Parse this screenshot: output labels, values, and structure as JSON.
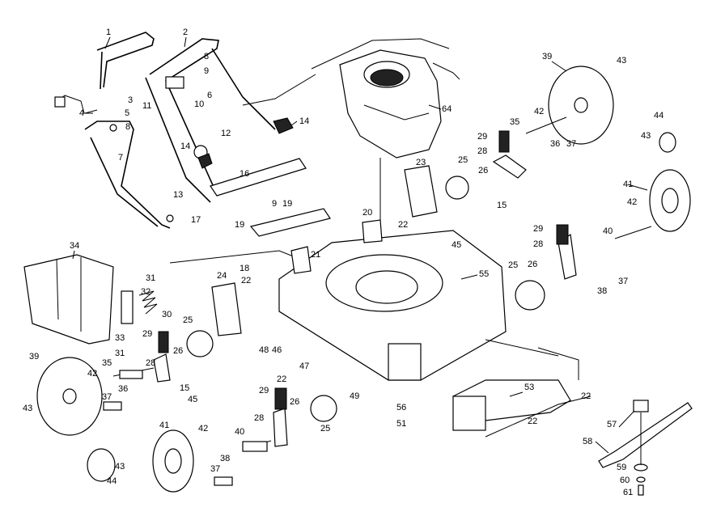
{
  "diagram": {
    "callouts": [
      {
        "id": "c1",
        "text": "1"
      },
      {
        "id": "c2",
        "text": "2"
      },
      {
        "id": "c3",
        "text": "3"
      },
      {
        "id": "c4",
        "text": "4"
      },
      {
        "id": "c5",
        "text": "5"
      },
      {
        "id": "c6",
        "text": "6"
      },
      {
        "id": "c7",
        "text": "7"
      },
      {
        "id": "c8",
        "text": "8"
      },
      {
        "id": "c8b",
        "text": "8"
      },
      {
        "id": "c9",
        "text": "9"
      },
      {
        "id": "c9b",
        "text": "9"
      },
      {
        "id": "c10",
        "text": "10"
      },
      {
        "id": "c11",
        "text": "11"
      },
      {
        "id": "c12",
        "text": "12"
      },
      {
        "id": "c13",
        "text": "13"
      },
      {
        "id": "c14",
        "text": "14"
      },
      {
        "id": "c14b",
        "text": "14"
      },
      {
        "id": "c15",
        "text": "15"
      },
      {
        "id": "c15b",
        "text": "15"
      },
      {
        "id": "c16",
        "text": "16"
      },
      {
        "id": "c17",
        "text": "17"
      },
      {
        "id": "c18",
        "text": "18"
      },
      {
        "id": "c19",
        "text": "19"
      },
      {
        "id": "c19b",
        "text": "19"
      },
      {
        "id": "c20",
        "text": "20"
      },
      {
        "id": "c21",
        "text": "21"
      },
      {
        "id": "c22",
        "text": "22"
      },
      {
        "id": "c22b",
        "text": "22"
      },
      {
        "id": "c22c",
        "text": "22"
      },
      {
        "id": "c22d",
        "text": "22"
      },
      {
        "id": "c22e",
        "text": "22"
      },
      {
        "id": "c23",
        "text": "23"
      },
      {
        "id": "c24",
        "text": "24"
      },
      {
        "id": "c25",
        "text": "25"
      },
      {
        "id": "c25b",
        "text": "25"
      },
      {
        "id": "c25c",
        "text": "25"
      },
      {
        "id": "c25d",
        "text": "25"
      },
      {
        "id": "c26",
        "text": "26"
      },
      {
        "id": "c26b",
        "text": "26"
      },
      {
        "id": "c26c",
        "text": "26"
      },
      {
        "id": "c26d",
        "text": "26"
      },
      {
        "id": "c28",
        "text": "28"
      },
      {
        "id": "c28b",
        "text": "28"
      },
      {
        "id": "c28c",
        "text": "28"
      },
      {
        "id": "c28d",
        "text": "28"
      },
      {
        "id": "c29",
        "text": "29"
      },
      {
        "id": "c29b",
        "text": "29"
      },
      {
        "id": "c29c",
        "text": "29"
      },
      {
        "id": "c29d",
        "text": "29"
      },
      {
        "id": "c30",
        "text": "30"
      },
      {
        "id": "c31",
        "text": "31"
      },
      {
        "id": "c31b",
        "text": "31"
      },
      {
        "id": "c32",
        "text": "32"
      },
      {
        "id": "c33",
        "text": "33"
      },
      {
        "id": "c34",
        "text": "34"
      },
      {
        "id": "c35",
        "text": "35"
      },
      {
        "id": "c35b",
        "text": "35"
      },
      {
        "id": "c36",
        "text": "36"
      },
      {
        "id": "c36b",
        "text": "36"
      },
      {
        "id": "c37",
        "text": "37"
      },
      {
        "id": "c37b",
        "text": "37"
      },
      {
        "id": "c37c",
        "text": "37"
      },
      {
        "id": "c37d",
        "text": "37"
      },
      {
        "id": "c38",
        "text": "38"
      },
      {
        "id": "c38b",
        "text": "38"
      },
      {
        "id": "c39",
        "text": "39"
      },
      {
        "id": "c39b",
        "text": "39"
      },
      {
        "id": "c40",
        "text": "40"
      },
      {
        "id": "c40b",
        "text": "40"
      },
      {
        "id": "c41",
        "text": "41"
      },
      {
        "id": "c41b",
        "text": "41"
      },
      {
        "id": "c42",
        "text": "42"
      },
      {
        "id": "c42b",
        "text": "42"
      },
      {
        "id": "c42c",
        "text": "42"
      },
      {
        "id": "c42d",
        "text": "42"
      },
      {
        "id": "c43",
        "text": "43"
      },
      {
        "id": "c43b",
        "text": "43"
      },
      {
        "id": "c43c",
        "text": "43"
      },
      {
        "id": "c43d",
        "text": "43"
      },
      {
        "id": "c44",
        "text": "44"
      },
      {
        "id": "c44b",
        "text": "44"
      },
      {
        "id": "c45",
        "text": "45"
      },
      {
        "id": "c45b",
        "text": "45"
      },
      {
        "id": "c46",
        "text": "46"
      },
      {
        "id": "c47",
        "text": "47"
      },
      {
        "id": "c48",
        "text": "48"
      },
      {
        "id": "c49",
        "text": "49"
      },
      {
        "id": "c51",
        "text": "51"
      },
      {
        "id": "c53",
        "text": "53"
      },
      {
        "id": "c55",
        "text": "55"
      },
      {
        "id": "c56",
        "text": "56"
      },
      {
        "id": "c57",
        "text": "57"
      },
      {
        "id": "c58",
        "text": "58"
      },
      {
        "id": "c59",
        "text": "59"
      },
      {
        "id": "c60",
        "text": "60"
      },
      {
        "id": "c61",
        "text": "61"
      },
      {
        "id": "c64",
        "text": "64"
      }
    ]
  }
}
